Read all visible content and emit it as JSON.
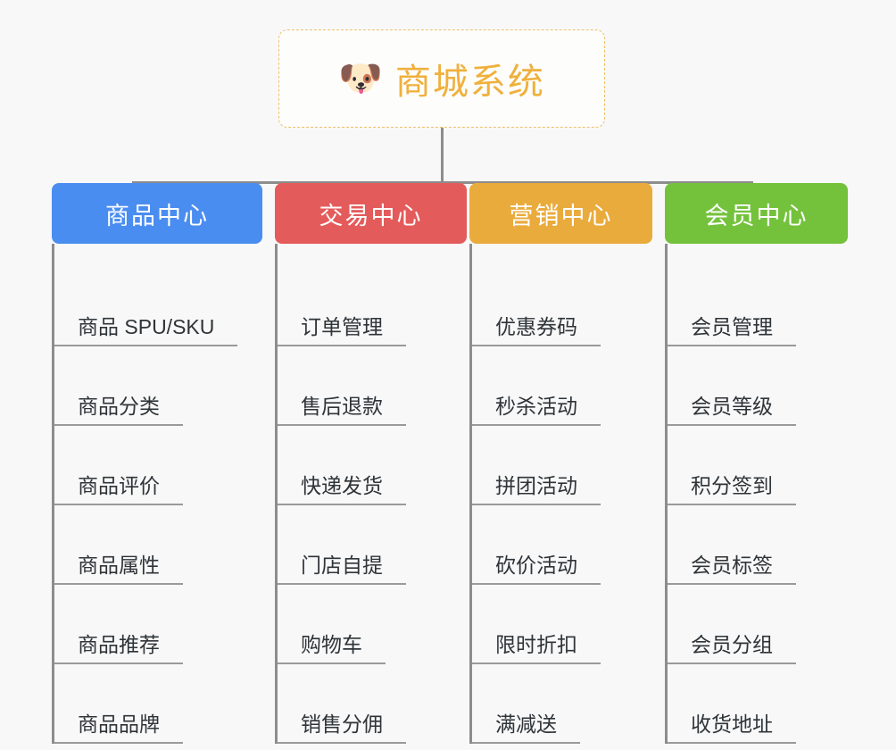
{
  "diagram": {
    "title": "商城系统",
    "background_color": "#f8f8f8",
    "root": {
      "icon": "dog-face-icon",
      "icon_glyph": "🐶",
      "label": "商城系统",
      "text_color": "#f0b03c",
      "border_color": "#efc06a"
    },
    "connector_color": "#8d8d8d",
    "branches": [
      {
        "label": "商品中心",
        "color": "#4a8df0",
        "items": [
          "商品 SPU/SKU",
          "商品分类",
          "商品评价",
          "商品属性",
          "商品推荐",
          "商品品牌"
        ]
      },
      {
        "label": "交易中心",
        "color": "#e45b5b",
        "items": [
          "订单管理",
          "售后退款",
          "快递发货",
          "门店自提",
          "购物车",
          "销售分佣"
        ]
      },
      {
        "label": "营销中心",
        "color": "#eaab3d",
        "items": [
          "优惠券码",
          "秒杀活动",
          "拼团活动",
          "砍价活动",
          "限时折扣",
          "满减送"
        ]
      },
      {
        "label": "会员中心",
        "color": "#74c23c",
        "items": [
          "会员管理",
          "会员等级",
          "积分签到",
          "会员标签",
          "会员分组",
          "收货地址"
        ]
      }
    ]
  }
}
